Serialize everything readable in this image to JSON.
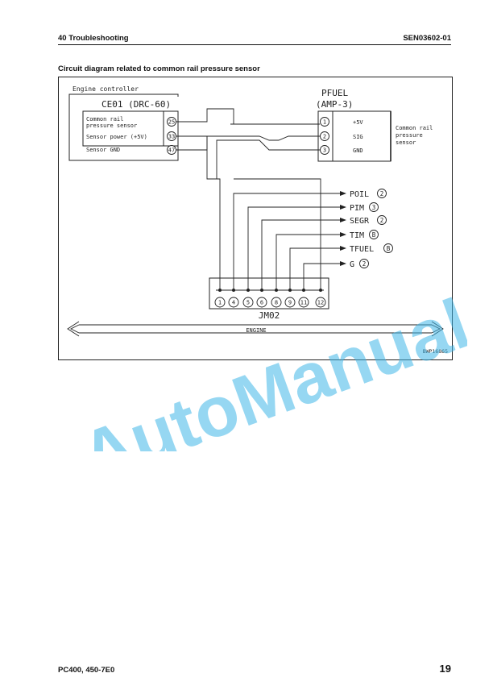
{
  "header": {
    "section": "40 Troubleshooting",
    "doc_code": "SEN03602-01"
  },
  "title": "Circuit diagram related to common rail pressure sensor",
  "diagram": {
    "controller_label": "Engine controller",
    "controller_connector": "CE01 (DRC-60)",
    "controller_pins": [
      {
        "label_line1": "Common rail",
        "label_line2": "pressure sensor",
        "pin": "25"
      },
      {
        "label_line1": "Sensor power (+5V)",
        "label_line2": "",
        "pin": "33"
      },
      {
        "label_line1": "Sensor GND",
        "label_line2": "",
        "pin": "47"
      }
    ],
    "sensor_connector": "PFUEL",
    "sensor_connector_type": "(AMP-3)",
    "sensor_pins": [
      {
        "pin": "1",
        "signal": "+5V"
      },
      {
        "pin": "2",
        "signal": "SIG"
      },
      {
        "pin": "3",
        "signal": "GND"
      }
    ],
    "sensor_name_lines": [
      "Common rail",
      "pressure",
      "sensor"
    ],
    "outputs": [
      {
        "name": "POIL",
        "pin": "2"
      },
      {
        "name": "PIM",
        "pin": "3"
      },
      {
        "name": "SEGR",
        "pin": "2"
      },
      {
        "name": "TIM",
        "pin": "B"
      },
      {
        "name": "TFUEL",
        "pin": "B"
      },
      {
        "name": "G",
        "pin": "2"
      }
    ],
    "junction_pins": [
      "1",
      "4",
      "5",
      "6",
      "8",
      "9",
      "11",
      "12"
    ],
    "junction_label": "JM02",
    "harness_label": "ENGINE",
    "figure_code": "BWP16865"
  },
  "watermark": "AutoManual",
  "footer": {
    "model": "PC400, 450-7E0",
    "page": "19"
  }
}
